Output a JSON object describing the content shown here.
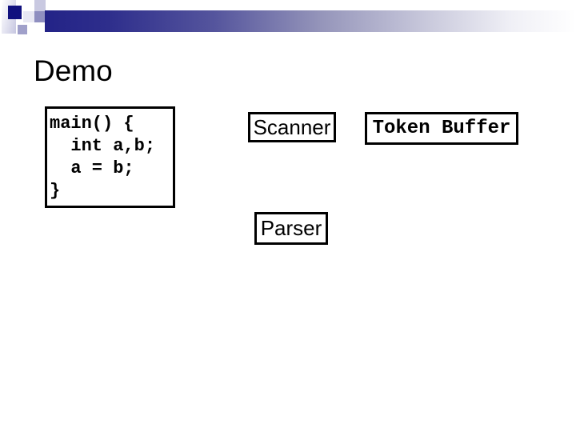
{
  "slide": {
    "title": "Demo",
    "code_box": {
      "code": "main() {\n  int a,b;\n  a = b;\n}"
    },
    "boxes": {
      "scanner": {
        "label": "Scanner"
      },
      "token_buffer": {
        "label": "Token Buffer"
      },
      "parser": {
        "label": "Parser"
      }
    },
    "colors": {
      "accent_navy": "#10107e",
      "bar_navy_start": "#232387",
      "border_black": "#000000",
      "text_black": "#000000",
      "background_white": "#ffffff"
    }
  }
}
